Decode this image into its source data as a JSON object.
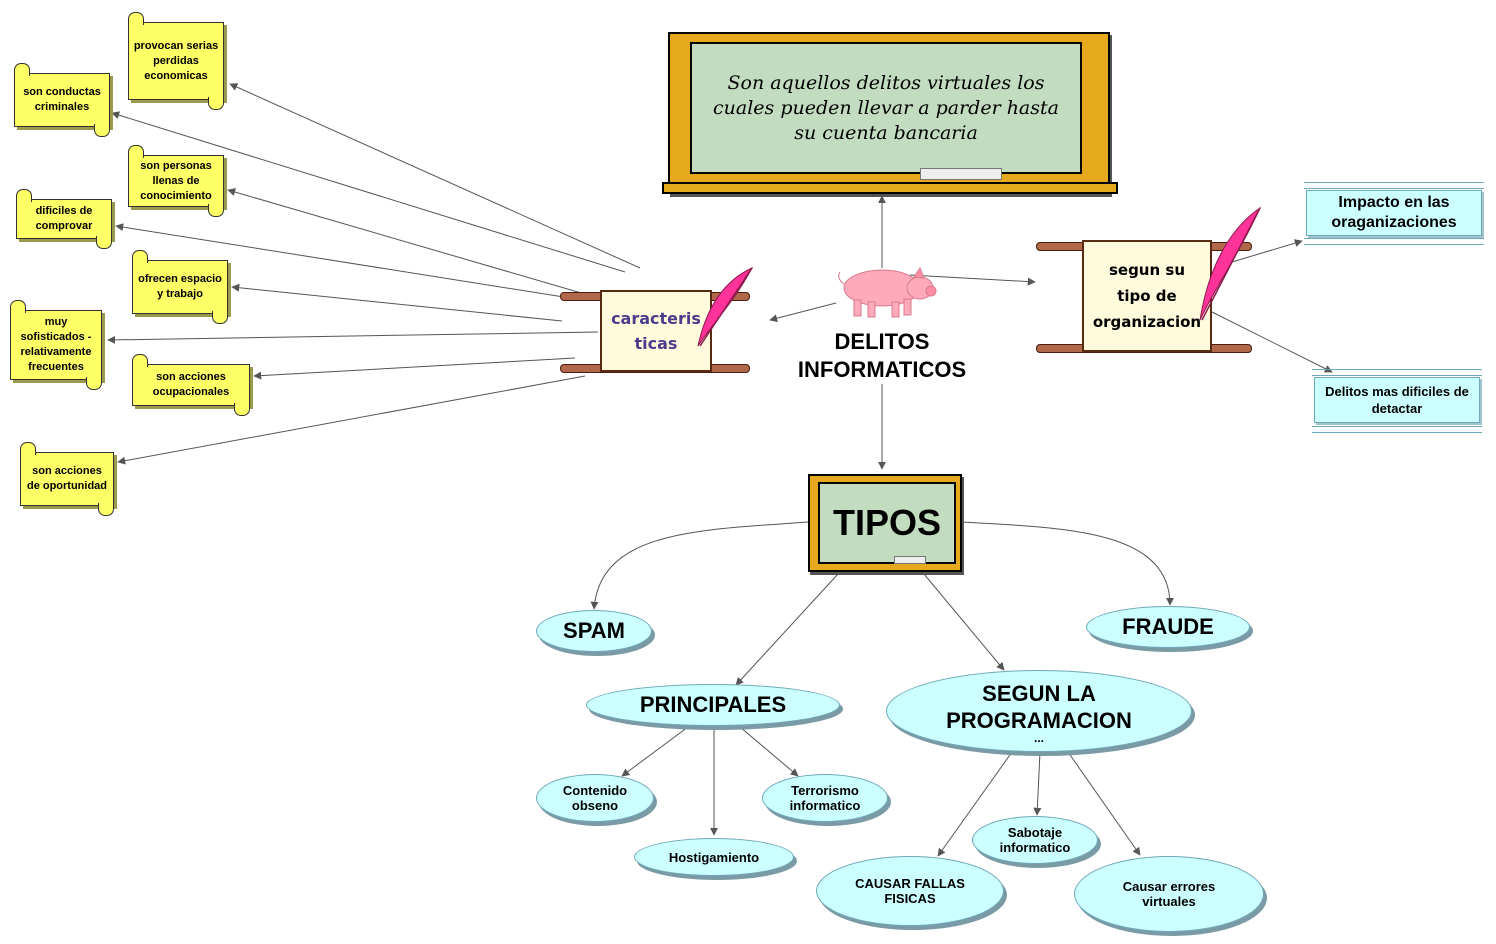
{
  "center": {
    "line1": "DELITOS",
    "line2": "INFORMATICOS"
  },
  "top_board": {
    "text": "Son aquellos delitos virtuales los cuales pueden llevar a parder hasta su cuenta bancaria"
  },
  "caracteristicas": {
    "line1": "caracteris",
    "line2": "ticas"
  },
  "organizacion": {
    "line1": "segun su",
    "line2": "tipo de",
    "line3": "organizacion"
  },
  "tipos": {
    "label": "TIPOS"
  },
  "notes": [
    "provocan serias perdidas economicas",
    "son conductas criminales",
    "son personas llenas de conocimiento",
    "dificiles de comprovar",
    "ofrecen espacio y trabajo",
    "muy sofisticados - relativamente frecuentes",
    "son acciones ocupacionales",
    "son acciones de oportunidad"
  ],
  "right_boxes": [
    "Impacto en las oraganizaciones",
    "Delitos mas dificiles de detactar"
  ],
  "tipos_children": {
    "spam": "SPAM",
    "fraude": "FRAUDE",
    "principales": "PRINCIPALES",
    "segun": "SEGUN LA PROGRAMACION",
    "segun_more": "...",
    "contenido": "Contenido obseno",
    "terrorismo": "Terrorismo informatico",
    "hostigamiento": "Hostigamiento",
    "sabotaje": "Sabotaje informatico",
    "causar_fallas": "CAUSAR FALLAS FISICAS",
    "causar_errores": "Causar errores virtuales"
  },
  "colors": {
    "note_yellow": "#ffff66",
    "ellipse_cyan": "#ccffff",
    "board_frame": "#e6a81c",
    "slate_green": "#c2dcc0",
    "pig_pink": "#ffaabb",
    "quill_pink": "#ff3399"
  }
}
